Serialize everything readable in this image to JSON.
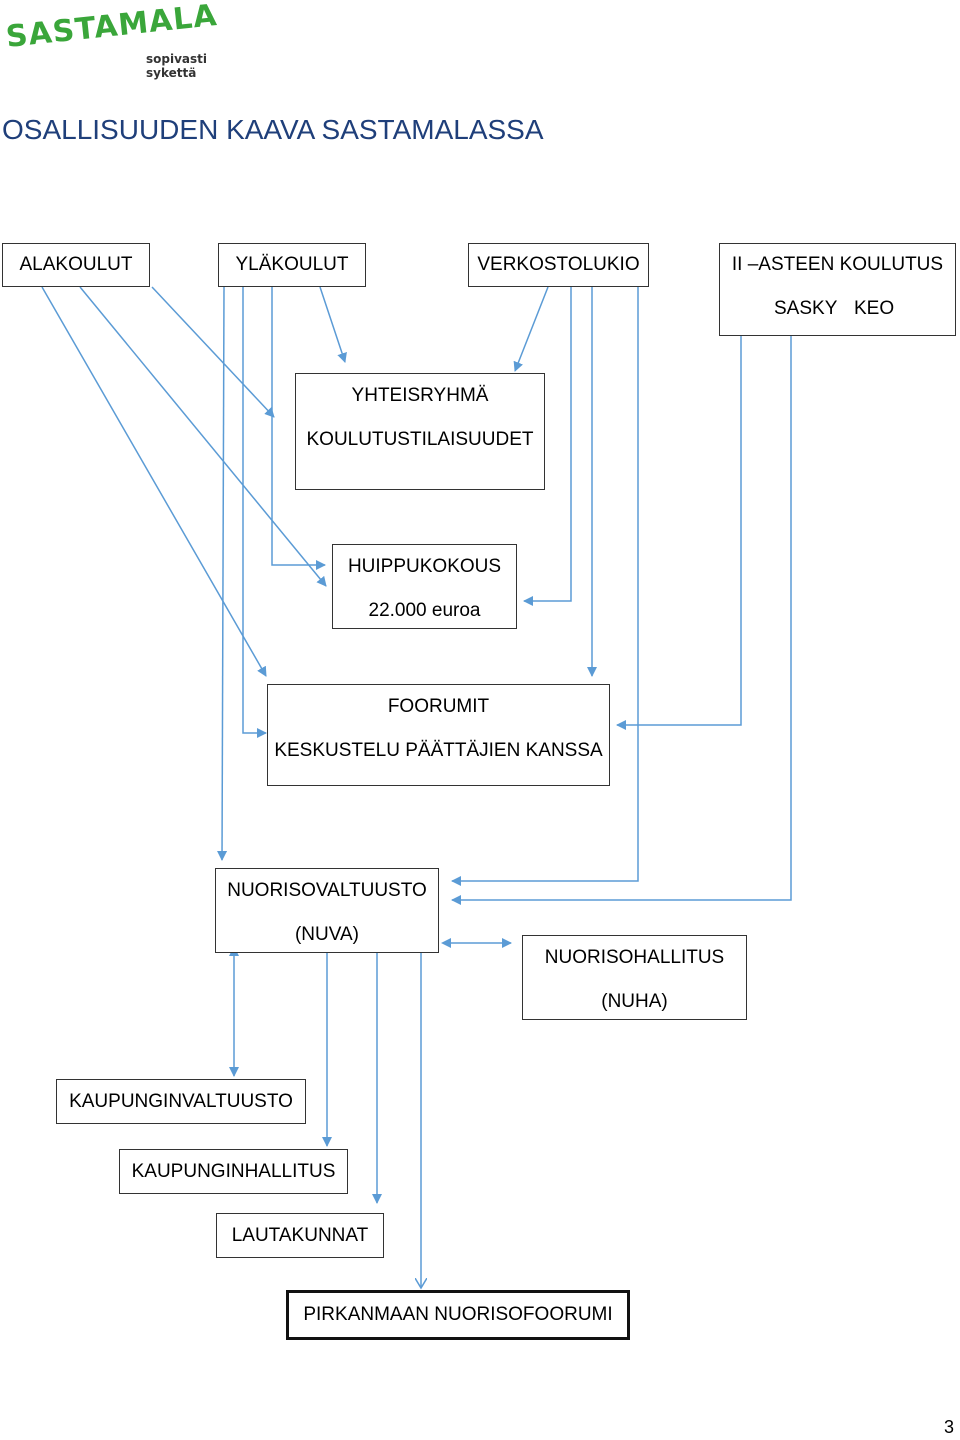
{
  "logo": {
    "word": "SASTAMALA",
    "slogan": "sopivasti sykettä",
    "color": "#3aa63a"
  },
  "title": "OSALLISUUDEN KAAVA SASTAMALASSA",
  "boxes": {
    "alakoulut": "ALAKOULUT",
    "ylakoulut": "YLÄKOULUT",
    "verkostolukio": "VERKOSTOLUKIO",
    "toinen_aste": {
      "line1": "II –ASTEEN KOULUTUS",
      "sasky": "SASKY",
      "keo": "KEO"
    },
    "yhteisryhma": {
      "line1": "YHTEISRYHMÄ",
      "line2": "KOULUTUSTILAISUUDET"
    },
    "huippukokous": {
      "line1": "HUIPPUKOKOUS",
      "line2": "22.000 euroa"
    },
    "foorumit": {
      "line1": "FOORUMIT",
      "line2": "KESKUSTELU PÄÄTTÄJIEN KANSSA"
    },
    "nuva": {
      "line1": "NUORISOVALTUUSTO",
      "line2": "(NUVA)"
    },
    "nuha": {
      "line1": "NUORISOHALLITUS",
      "line2": "(NUHA)"
    },
    "kaupunginvaltuusto": "KAUPUNGINVALTUUSTO",
    "kaupunginhallitus": "KAUPUNGINHALLITUS",
    "lautakunnat": "LAUTAKUNNAT",
    "pirkanmaa": "PIRKANMAAN NUORISOFOORUMI"
  },
  "colors": {
    "arrow": "#5b9bd5",
    "border": "#333333"
  },
  "page_number": "3"
}
